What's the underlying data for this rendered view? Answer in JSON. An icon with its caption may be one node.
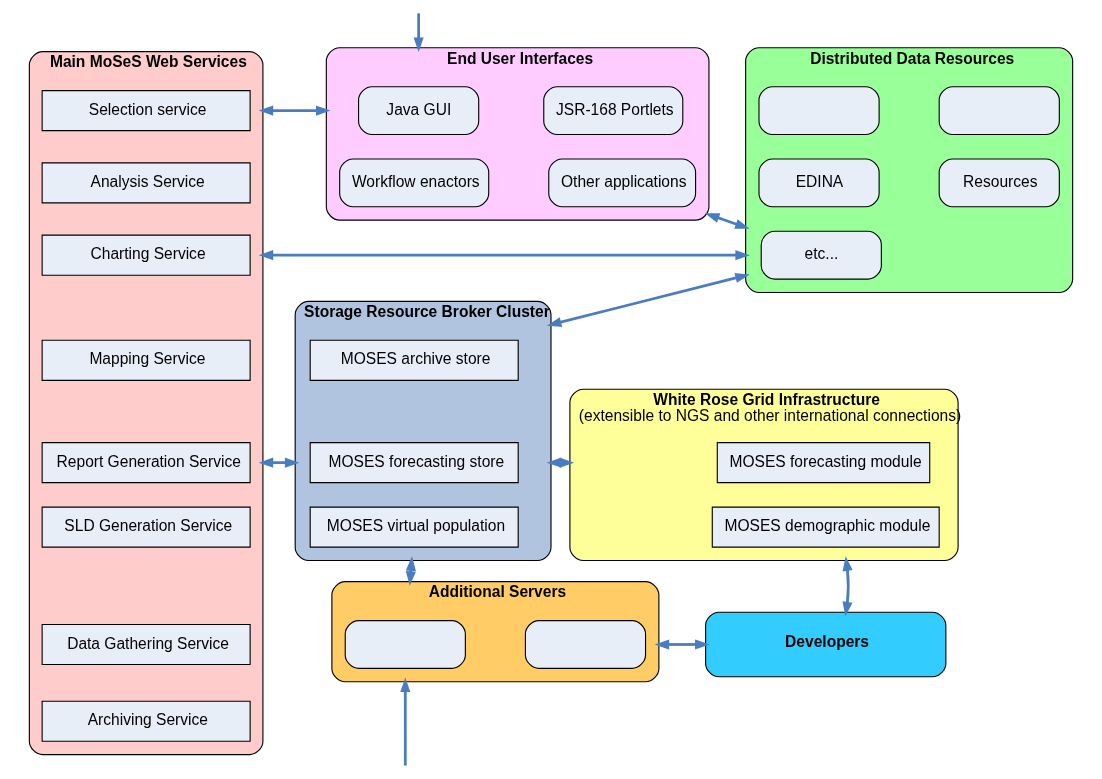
{
  "diagram": {
    "nodes": [
      {
        "text": [
          "Main MoSeS Web Services"
        ]
      },
      {
        "text": [
          "Selection service"
        ],
        "in": 0
      },
      {
        "text": [
          "Analysis Service"
        ],
        "in": 0
      },
      {
        "text": [
          "Charting Service"
        ],
        "in": 0
      },
      {
        "text": [
          "Mapping Service"
        ],
        "in": 0
      },
      {
        "text": [
          "Report Generation Service"
        ],
        "in": 0
      },
      {
        "text": [
          "SLD Generation Service"
        ],
        "in": 0
      },
      {
        "text": [
          "Data Gathering Service"
        ],
        "in": 0
      },
      {
        "text": [
          "Archiving Service"
        ],
        "in": 0
      },
      {
        "text": [
          "End User Interfaces"
        ]
      },
      {
        "text": [
          "Java GUI"
        ],
        "in": 9
      },
      {
        "text": [
          "JSR-168 Portlets"
        ],
        "in": 9
      },
      {
        "text": [
          "Workflow enactors"
        ],
        "in": 9
      },
      {
        "text": [
          "Other applications"
        ],
        "in": 9
      },
      {
        "text": [
          "Distributed Data Resources"
        ]
      },
      {
        "text": [],
        "shape": "box",
        "in": 14
      },
      {
        "text": [],
        "shape": "box",
        "in": 14
      },
      {
        "text": [
          "EDINA"
        ],
        "in": 14
      },
      {
        "text": [
          "Resources"
        ],
        "in": 14
      },
      {
        "text": [
          "etc..."
        ],
        "in": 14
      },
      {
        "text": [
          "Storage Resource Broker Cluster"
        ]
      },
      {
        "text": [
          "MOSES archive store"
        ],
        "in": 20
      },
      {
        "text": [
          "MOSES forecasting store"
        ],
        "in": 20
      },
      {
        "text": [
          "MOSES virtual population"
        ],
        "in": 20
      },
      {
        "text": [
          "White Rose Grid Infrastructure",
          "(extensible to NGS and other international connections)"
        ]
      },
      {
        "text": [
          "MOSES forecasting module"
        ],
        "in": 24
      },
      {
        "text": [
          "MOSES demographic module"
        ],
        "in": 24
      },
      {
        "text": [
          "Additional Servers"
        ]
      },
      {
        "text": [],
        "shape": "box",
        "in": 27
      },
      {
        "text": [],
        "shape": "box",
        "in": 27
      },
      {
        "text": [
          "Developers"
        ]
      }
    ],
    "edges": [
      {
        "from": 0,
        "to": 9,
        "arrow": "both"
      },
      {
        "from": 0,
        "to": 14,
        "arrow": "both"
      },
      {
        "from": 0,
        "to": 20,
        "arrow": "both"
      },
      {
        "from": 9,
        "to": 14,
        "arrow": "both"
      },
      {
        "from": 20,
        "to": 14,
        "arrow": "both"
      },
      {
        "from": 20,
        "to": 24,
        "arrow": "both"
      },
      {
        "from": 20,
        "to": 27,
        "arrow": "both"
      },
      {
        "from": 24,
        "to": 30,
        "arrow": "both"
      },
      {
        "from": 27,
        "to": 30,
        "arrow": "both"
      },
      {
        "from": null,
        "to": 9,
        "arrow": "to"
      },
      {
        "from": null,
        "to": 27,
        "arrow": "to"
      }
    ]
  }
}
